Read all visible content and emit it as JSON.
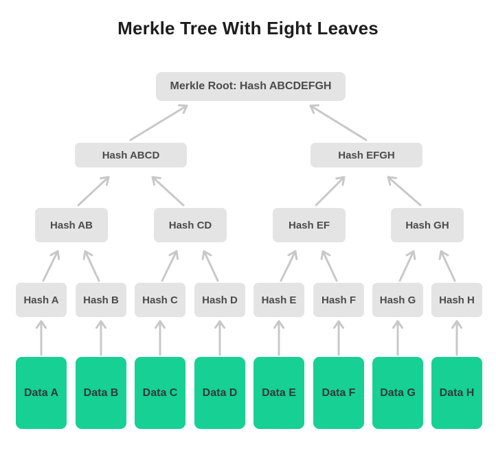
{
  "title": "Merkle Tree With Eight Leaves",
  "colors": {
    "background": "#ffffff",
    "title_text": "#1d1d1d",
    "node_bg": "#e4e4e4",
    "node_text": "#4b4b4b",
    "leaf_bg": "#16d094",
    "leaf_text": "#2e3b36",
    "arrow": "#c8c8c8"
  },
  "tree": {
    "root": "Merkle Root: Hash ABCDEFGH",
    "branches_level2": [
      "Hash ABCD",
      "Hash EFGH"
    ],
    "branches_level3": [
      "Hash AB",
      "Hash CD",
      "Hash EF",
      "Hash GH"
    ],
    "leaf_hashes": [
      "Hash A",
      "Hash B",
      "Hash C",
      "Hash D",
      "Hash E",
      "Hash F",
      "Hash G",
      "Hash H"
    ],
    "data_blocks": [
      "Data A",
      "Data B",
      "Data C",
      "Data D",
      "Data E",
      "Data F",
      "Data G",
      "Data H"
    ]
  }
}
